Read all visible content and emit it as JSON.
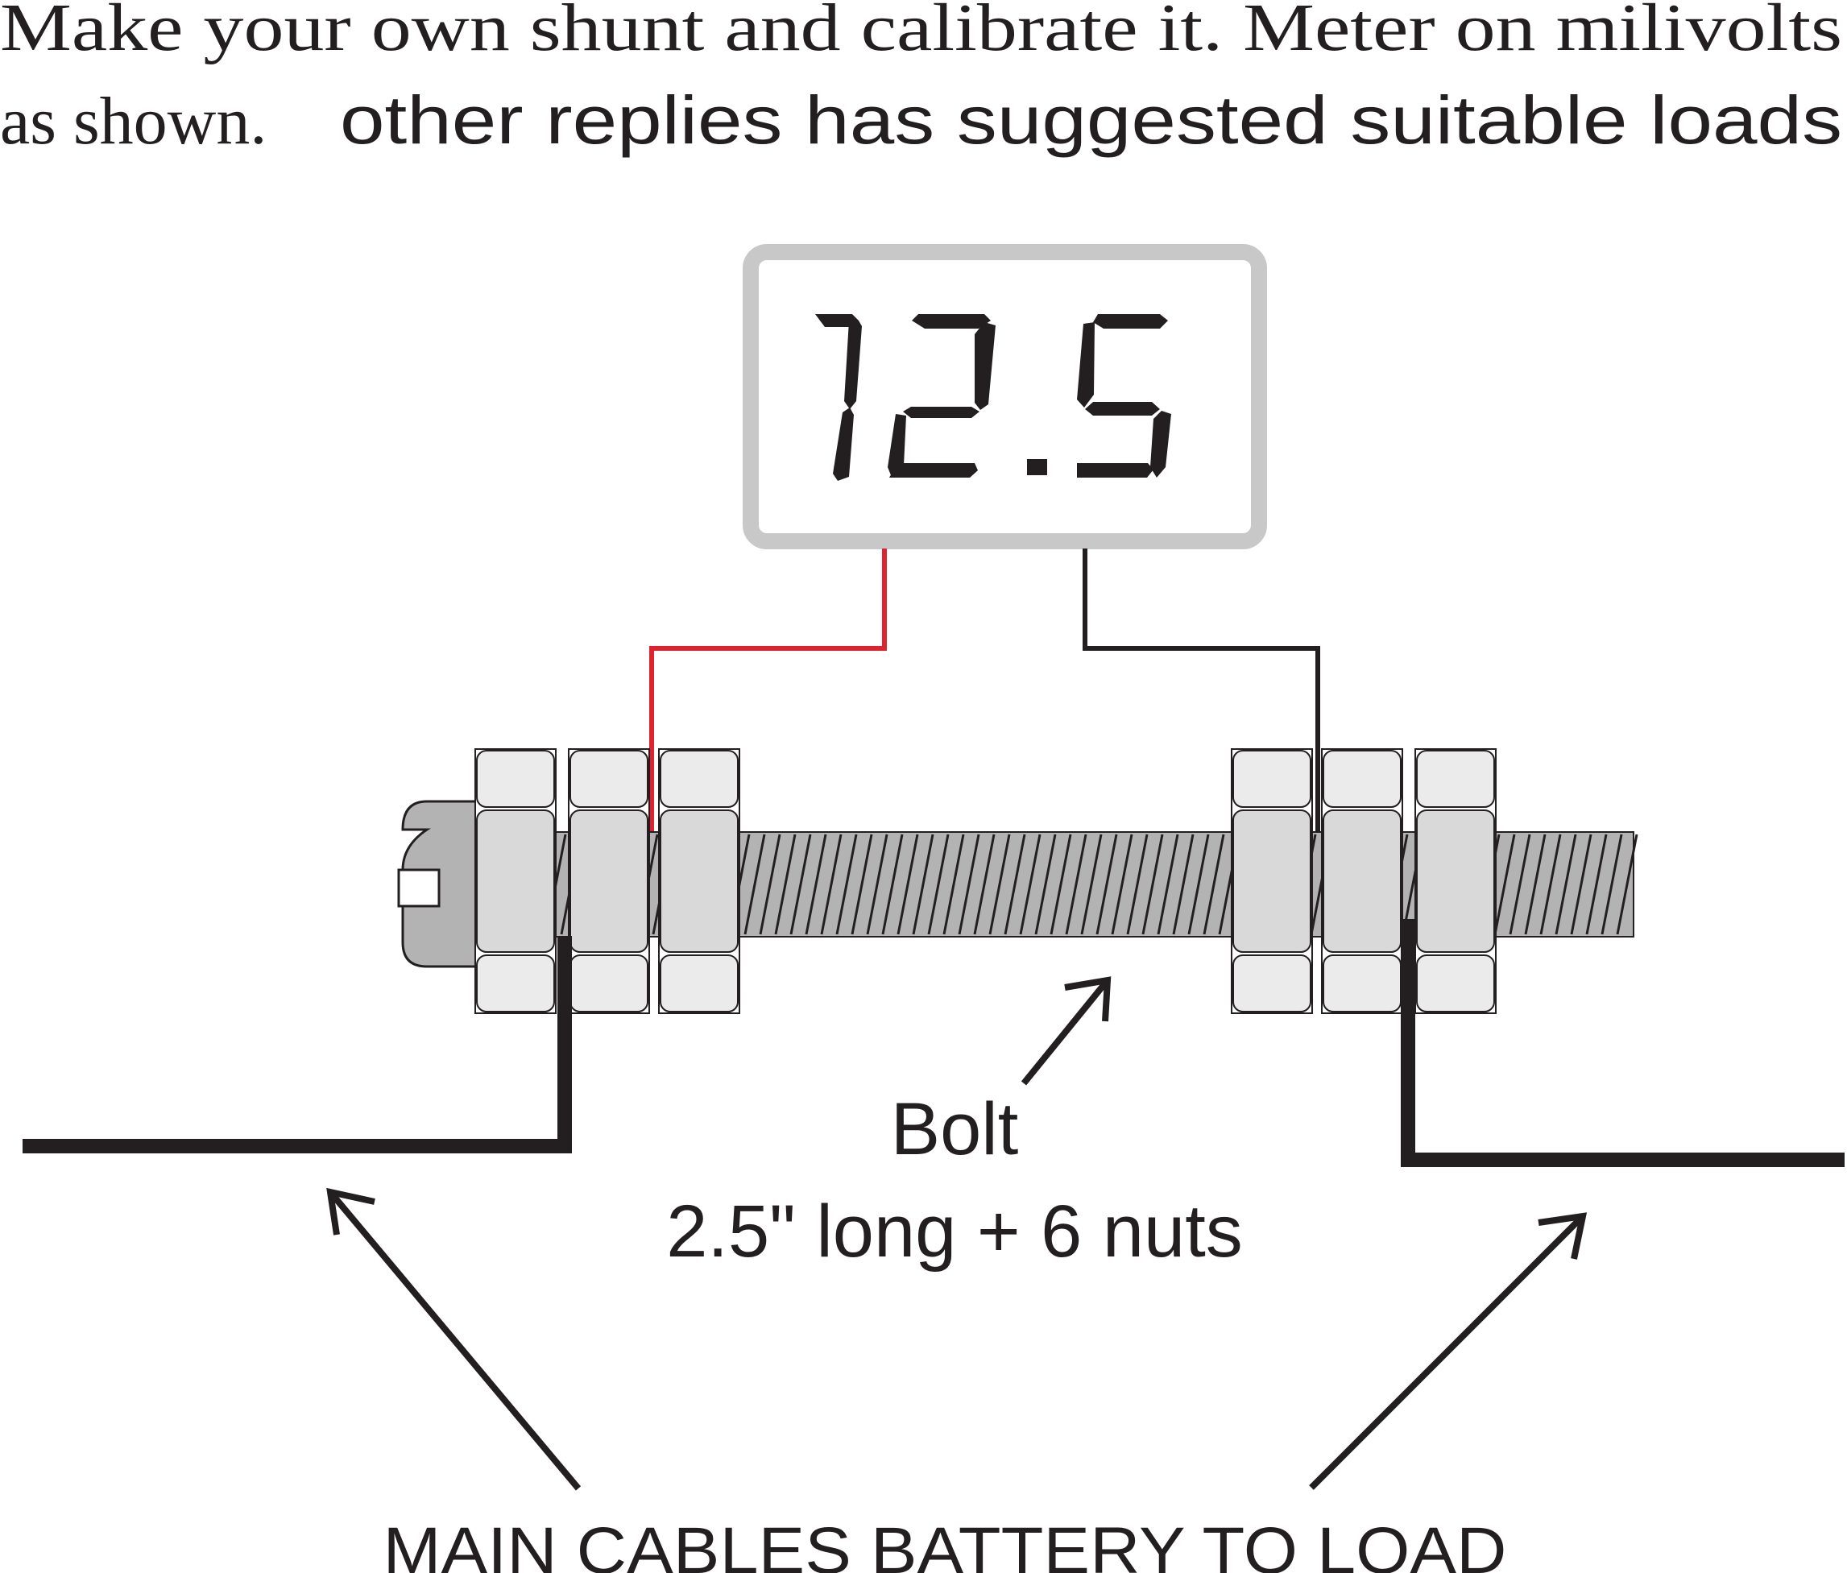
{
  "heading": {
    "line1": "Make your own shunt and calibrate it. Meter on milivolts",
    "line2_serif": "as shown.",
    "line2_sans": "other replies has suggested suitable loads"
  },
  "meter": {
    "reading": "12.5",
    "digits": [
      "1",
      "2",
      "5"
    ]
  },
  "labels": {
    "bolt": "Bolt",
    "bolt_spec": "2.5\" long + 6 nuts",
    "cables": "MAIN CABLES BATTERY TO LOAD"
  },
  "colors": {
    "positive_lead": "#dd2230",
    "negative_lead": "#231f20",
    "cable": "#231f20",
    "meter_frame": "#c8c8c8",
    "nut_fill": "#d9d9d9",
    "nut_face": "#ebebeb",
    "bolt_fill": "#b3b3b3"
  }
}
